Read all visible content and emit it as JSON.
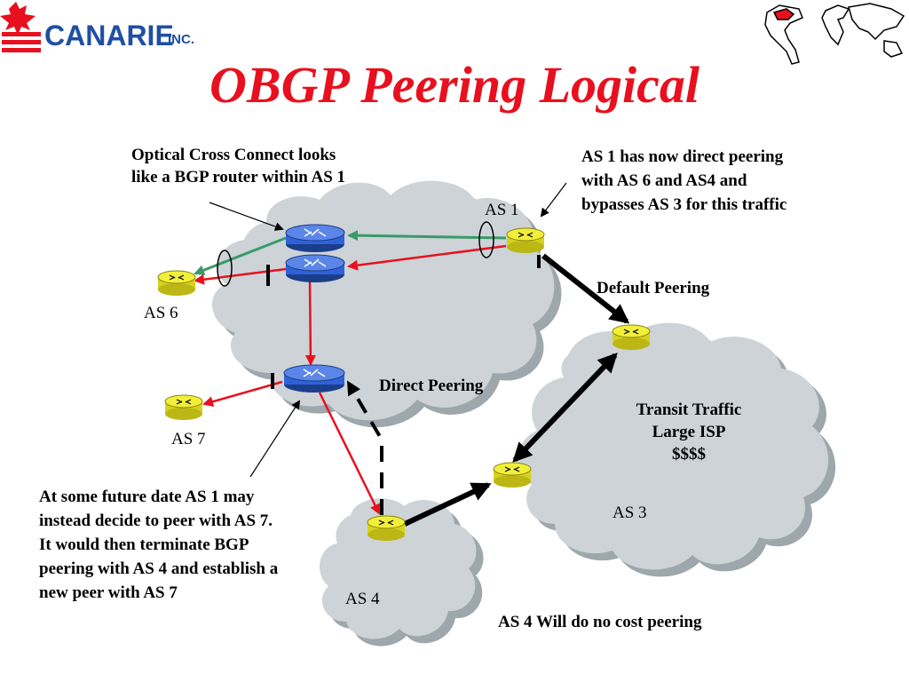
{
  "logo": {
    "name": "CANARIE",
    "suffix": "INC."
  },
  "title": "OBGP Peering Logical",
  "labels": {
    "as1": "AS 1",
    "as3": "AS 3",
    "as4": "AS 4",
    "as6": "AS 6",
    "as7": "AS 7",
    "default_peering": "Default Peering",
    "direct_peering": "Direct Peering",
    "transit": [
      "Transit Traffic",
      "Large ISP",
      "$$$$"
    ],
    "no_cost": "AS 4 Will do no cost peering"
  },
  "notes": {
    "oxc": [
      "Optical Cross Connect looks",
      "like a BGP router within AS 1"
    ],
    "as1_direct": [
      "AS 1 has now direct peering",
      "with AS 6 and AS4 and",
      "bypasses AS 3 for this traffic"
    ],
    "future": [
      "At some future date AS 1 may",
      "instead decide to peer with AS 7.",
      "It would then terminate BGP",
      "peering with AS 4 and establish a",
      "new peer with AS 7"
    ]
  },
  "colors": {
    "title": "#e8101e",
    "logo": "#1f4fa3",
    "cloud": "#cdd3d6",
    "bgp_router": "#f2ef3a",
    "oxc_router": "#2f62d8",
    "green_link": "#3a9a6a",
    "red_link": "#e8101e"
  }
}
